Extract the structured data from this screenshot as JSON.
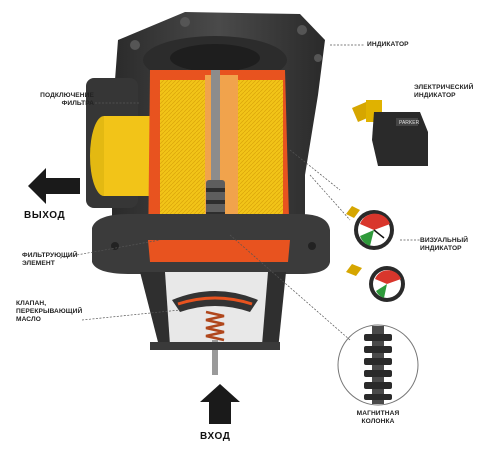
{
  "labels": {
    "indicator": "ИНДИКАТОР",
    "electric_indicator": [
      "ЭЛЕКТРИЧЕСКИЙ",
      "ИНДИКАТОР"
    ],
    "filter_connection": [
      "ПОДКЛЮЧЕНИЕ",
      "ФИЛЬТРА"
    ],
    "outlet": "ВЫХОД",
    "filter_element": [
      "ФИЛЬТРУЮЩИЙ",
      "ЭЛЕМЕНТ"
    ],
    "visual_indicator": [
      "ВИЗУАЛЬНЫЙ",
      "ИНДИКАТОР"
    ],
    "bypass_valve": [
      "КЛАПАН,",
      "ПЕРЕКРЫВАЮЩИЙ",
      "МАСЛО"
    ],
    "magnetic_column": [
      "МАГНИТНАЯ",
      "КОЛОНКА"
    ],
    "inlet": "ВХОД"
  },
  "colors": {
    "housing": "#3a3a3a",
    "housing_dark": "#232323",
    "cutaway": "#e8531f",
    "filter_yellow": "#f2c418",
    "arrow": "#1a1a1a",
    "leader": "#555555"
  }
}
